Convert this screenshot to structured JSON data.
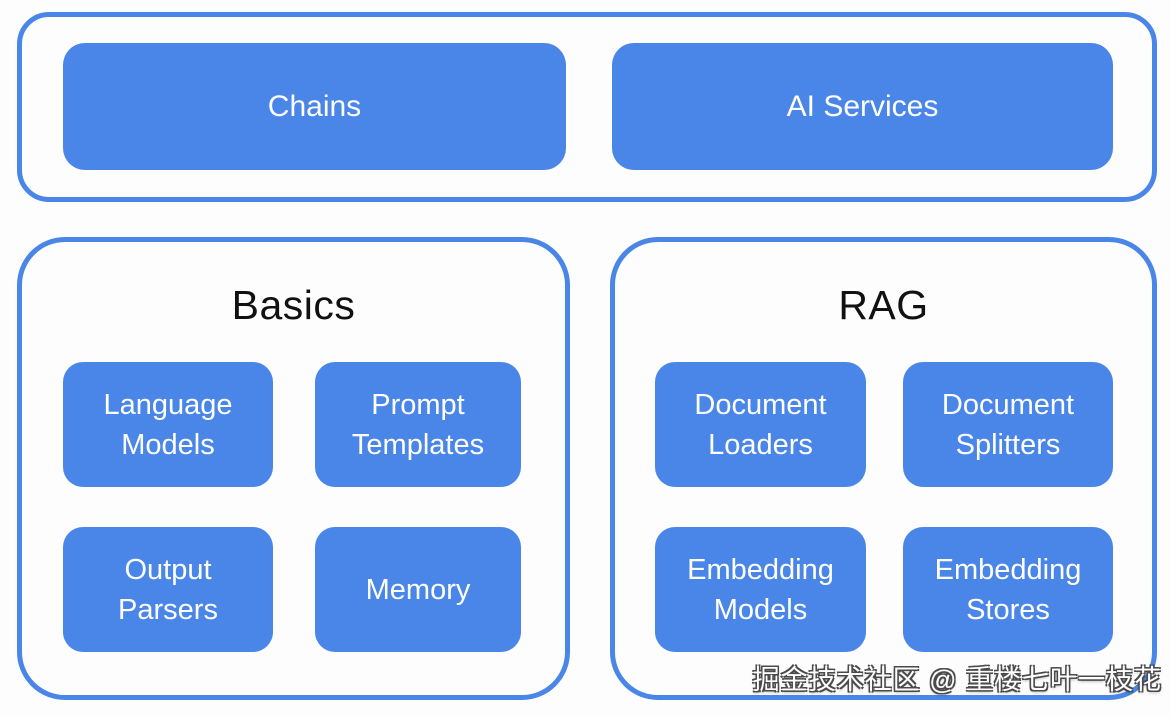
{
  "diagram": {
    "top_group": {
      "items": [
        {
          "label": "Chains"
        },
        {
          "label": "AI Services"
        }
      ]
    },
    "basics_group": {
      "title": "Basics",
      "items": [
        {
          "label": "Language Models"
        },
        {
          "label": "Prompt Templates"
        },
        {
          "label": "Output Parsers"
        },
        {
          "label": "Memory"
        }
      ]
    },
    "rag_group": {
      "title": "RAG",
      "items": [
        {
          "label": "Document Loaders"
        },
        {
          "label": "Document Splitters"
        },
        {
          "label": "Embedding Models"
        },
        {
          "label": "Embedding Stores"
        }
      ]
    },
    "watermark": "掘金技术社区 @ 重楼七叶一枝花",
    "colors": {
      "accent_blue": "#4a86e8",
      "button_text": "#ffffff",
      "title_text": "#111111",
      "background": "#fdfdfd"
    }
  }
}
